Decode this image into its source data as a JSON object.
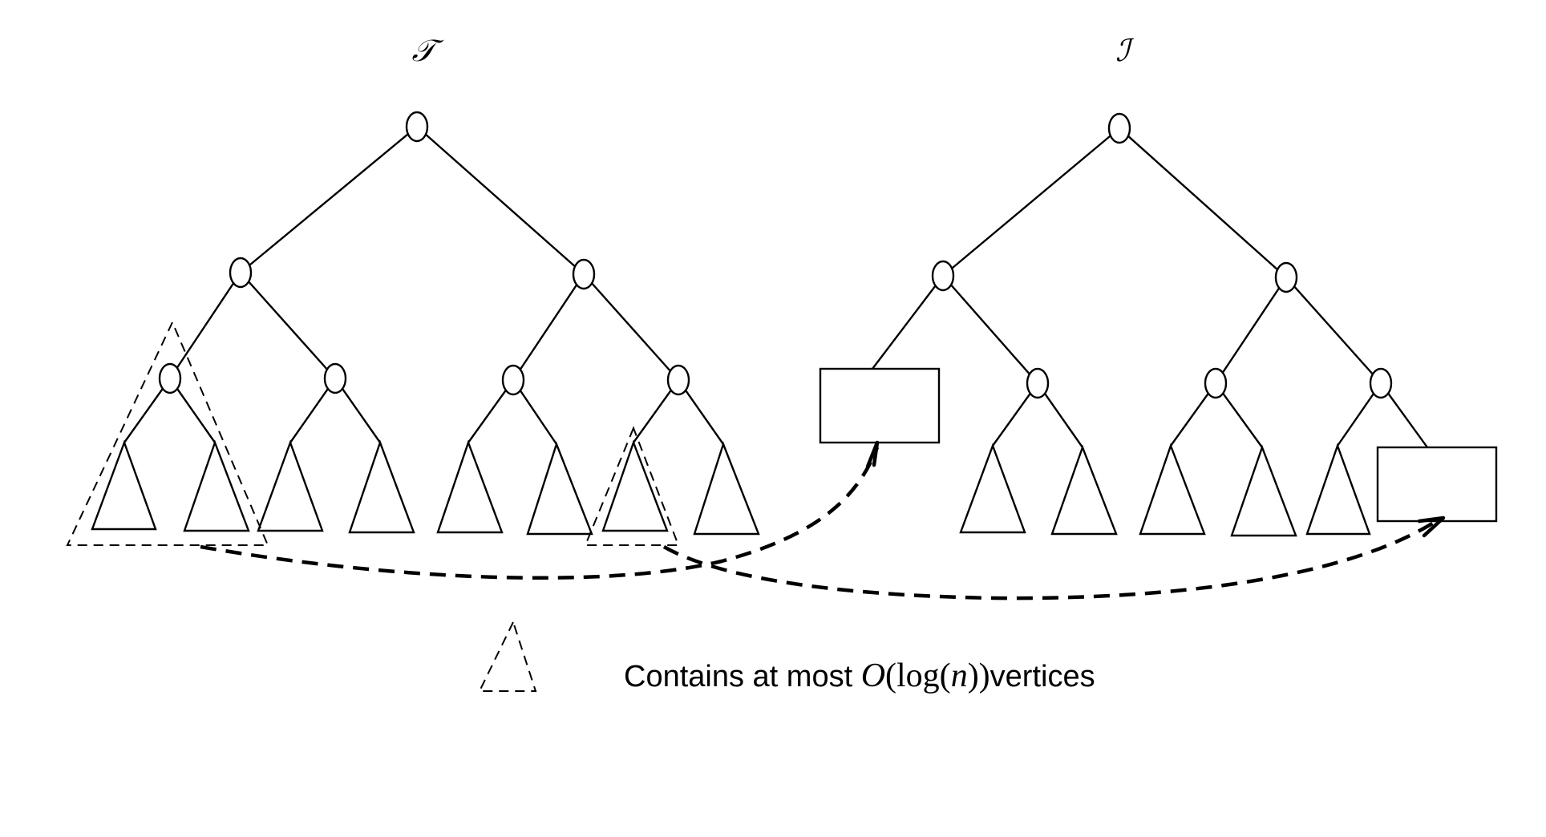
{
  "labels": {
    "left_tree": "𝒯",
    "right_tree": "ℐ"
  },
  "legend": {
    "text_prefix": "Contains at most ",
    "math_O": "O",
    "math_open": "(log(",
    "math_n": "n",
    "math_close": "))",
    "text_suffix": "vertices",
    "icon": "dashed-triangle-icon"
  },
  "colors": {
    "stroke": "#000000",
    "background": "#ffffff"
  }
}
